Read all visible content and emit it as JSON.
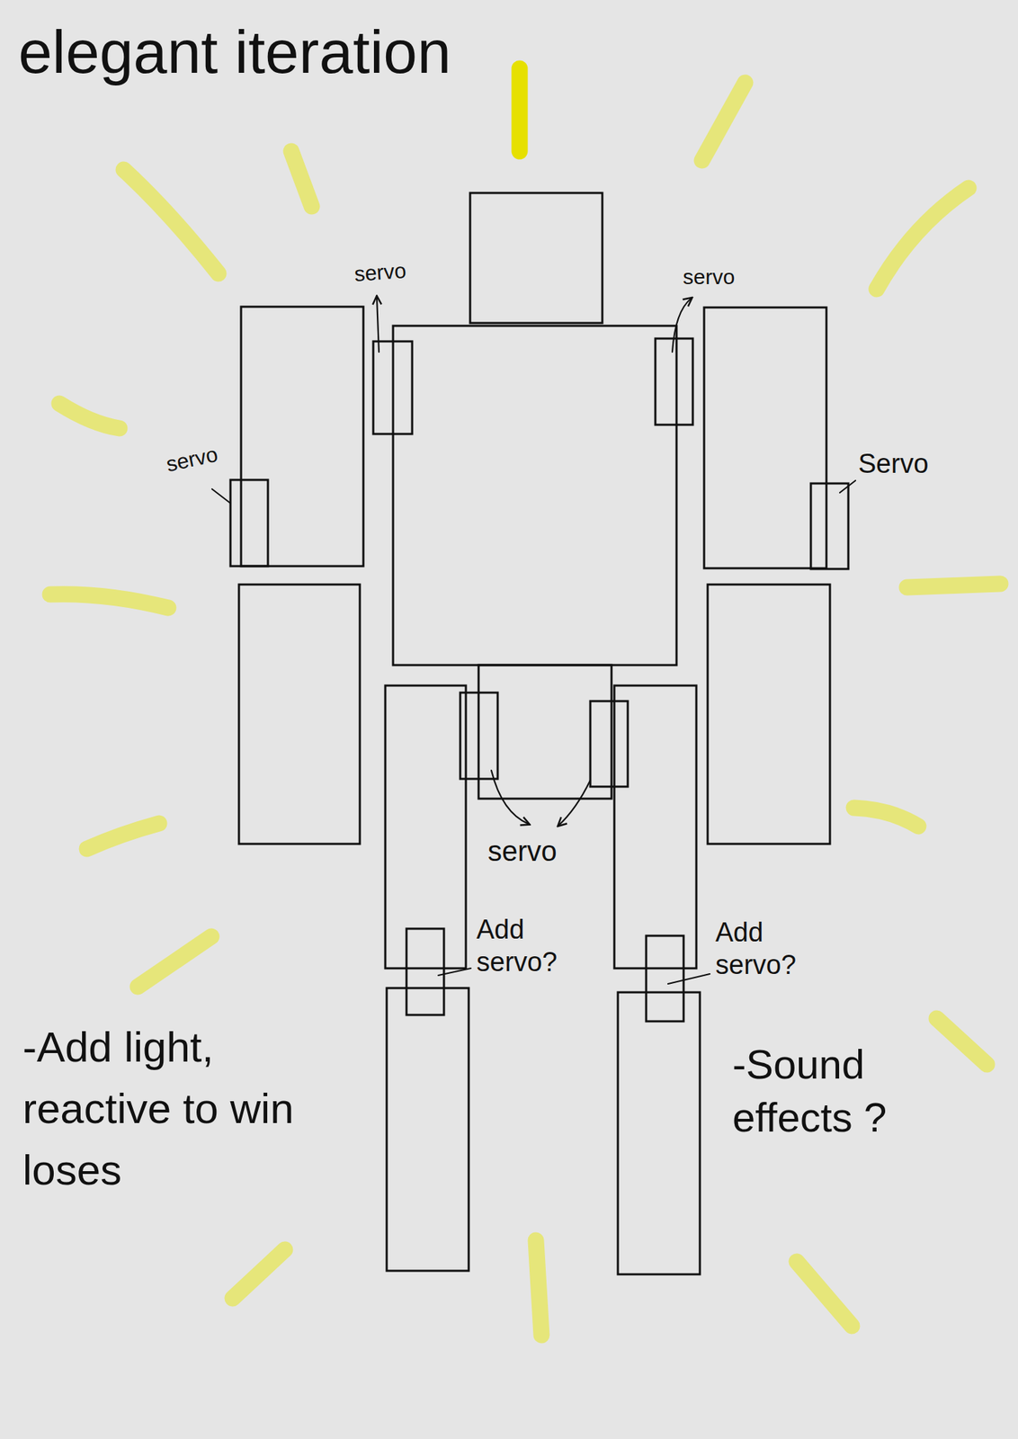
{
  "diagram": {
    "title": "elegant iteration",
    "labels": [
      "servo",
      "servo",
      "servo",
      "Servo",
      "servo",
      "Add servo?",
      "Add servo?",
      "-Add light, reactive to win loses",
      "-Sound effects ?"
    ]
  }
}
